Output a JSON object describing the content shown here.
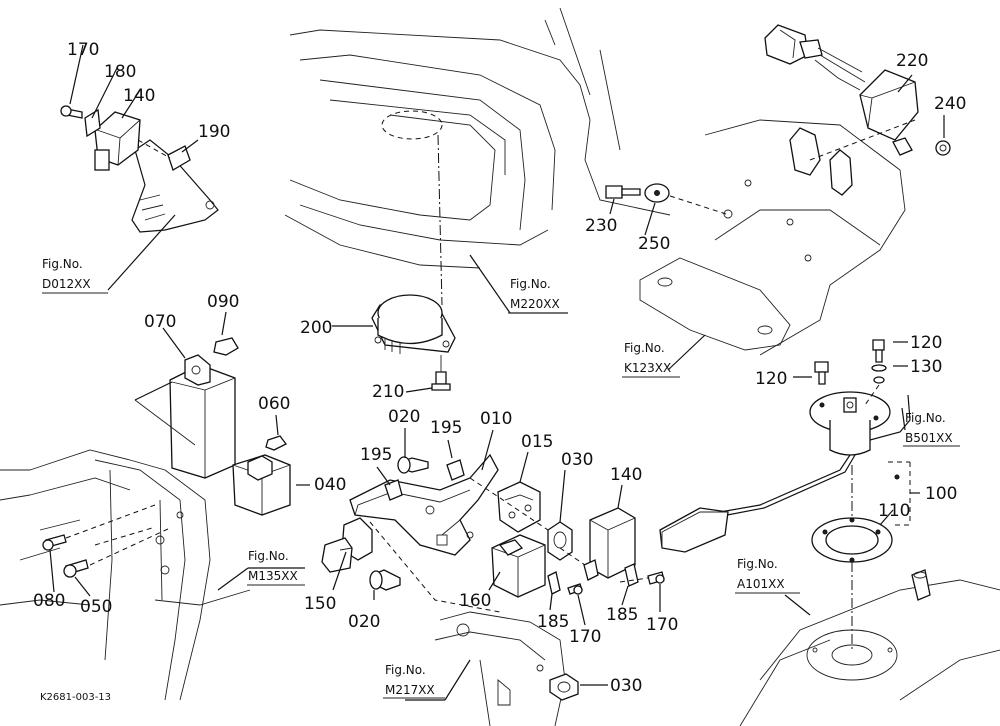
{
  "drawing_code": "K2681-003-13",
  "part_numbers": {
    "p170a": "170",
    "p180": "180",
    "p140a": "140",
    "p190": "190",
    "p200": "200",
    "p210": "210",
    "p220": "220",
    "p240": "240",
    "p230": "230",
    "p250": "250",
    "p070": "070",
    "p090": "090",
    "p060": "060",
    "p040": "040",
    "p080": "080",
    "p050": "050",
    "p020a": "020",
    "p195a": "195",
    "p195b": "195",
    "p010": "010",
    "p015": "015",
    "p030a": "030",
    "p140b": "140",
    "p150": "150",
    "p020b": "020",
    "p160": "160",
    "p185a": "185",
    "p170b": "170",
    "p185b": "185",
    "p170c": "170",
    "p030b": "030",
    "p120a": "120",
    "p120b": "120",
    "p130": "130",
    "p100": "100",
    "p110": "110"
  },
  "figure_refs": {
    "d012": {
      "label": "Fig.No.",
      "code": "D012XX"
    },
    "m220": {
      "label": "Fig.No.",
      "code": "M220XX"
    },
    "k123": {
      "label": "Fig.No.",
      "code": "K123XX"
    },
    "b501": {
      "label": "Fig.No.",
      "code": "B501XX"
    },
    "m135": {
      "label": "Fig.No.",
      "code": "M135XX"
    },
    "a101": {
      "label": "Fig.No.",
      "code": "A101XX"
    },
    "m217": {
      "label": "Fig.No.",
      "code": "M217XX"
    }
  }
}
